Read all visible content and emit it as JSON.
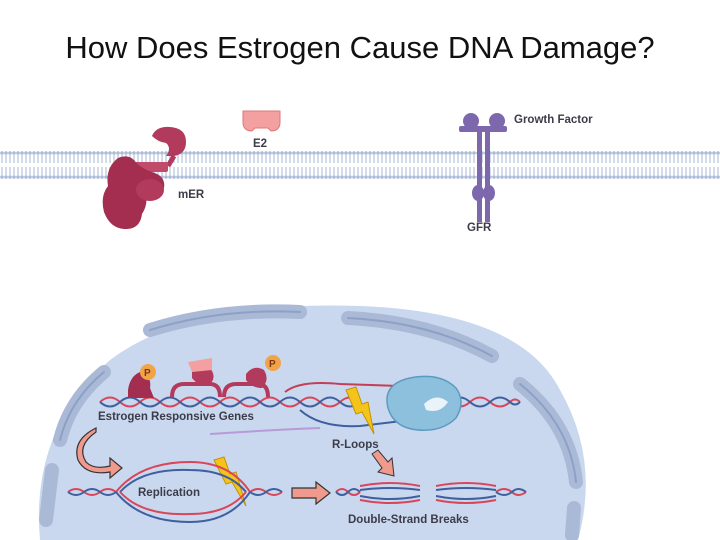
{
  "title": "How Does Estrogen Cause DNA Damage?",
  "labels": {
    "e2": "E2",
    "mer": "mER",
    "growth_factor": "Growth Factor",
    "gfr": "GFR",
    "p": "P",
    "estrogen_responsive_genes": "Estrogen Responsive Genes",
    "r_loops": "R-Loops",
    "replication": "Replication",
    "double_strand_breaks": "Double-Strand Breaks"
  },
  "colors": {
    "membrane_blue": "#a9b9d6",
    "nucleus_fill": "#c9d8ee",
    "receptor_crimson": "#b23a5c",
    "estradiol_pink": "#f4a0a0",
    "gfr_purple": "#7e68ad",
    "phospho_orange": "#f2a34a",
    "lightning_yellow": "#f5c41c",
    "rnapol_blue": "#8cc0dc",
    "dna_red": "#d9465a",
    "dna_blue": "#3f5f9e",
    "arrow_salmon": "#f09a8e"
  }
}
